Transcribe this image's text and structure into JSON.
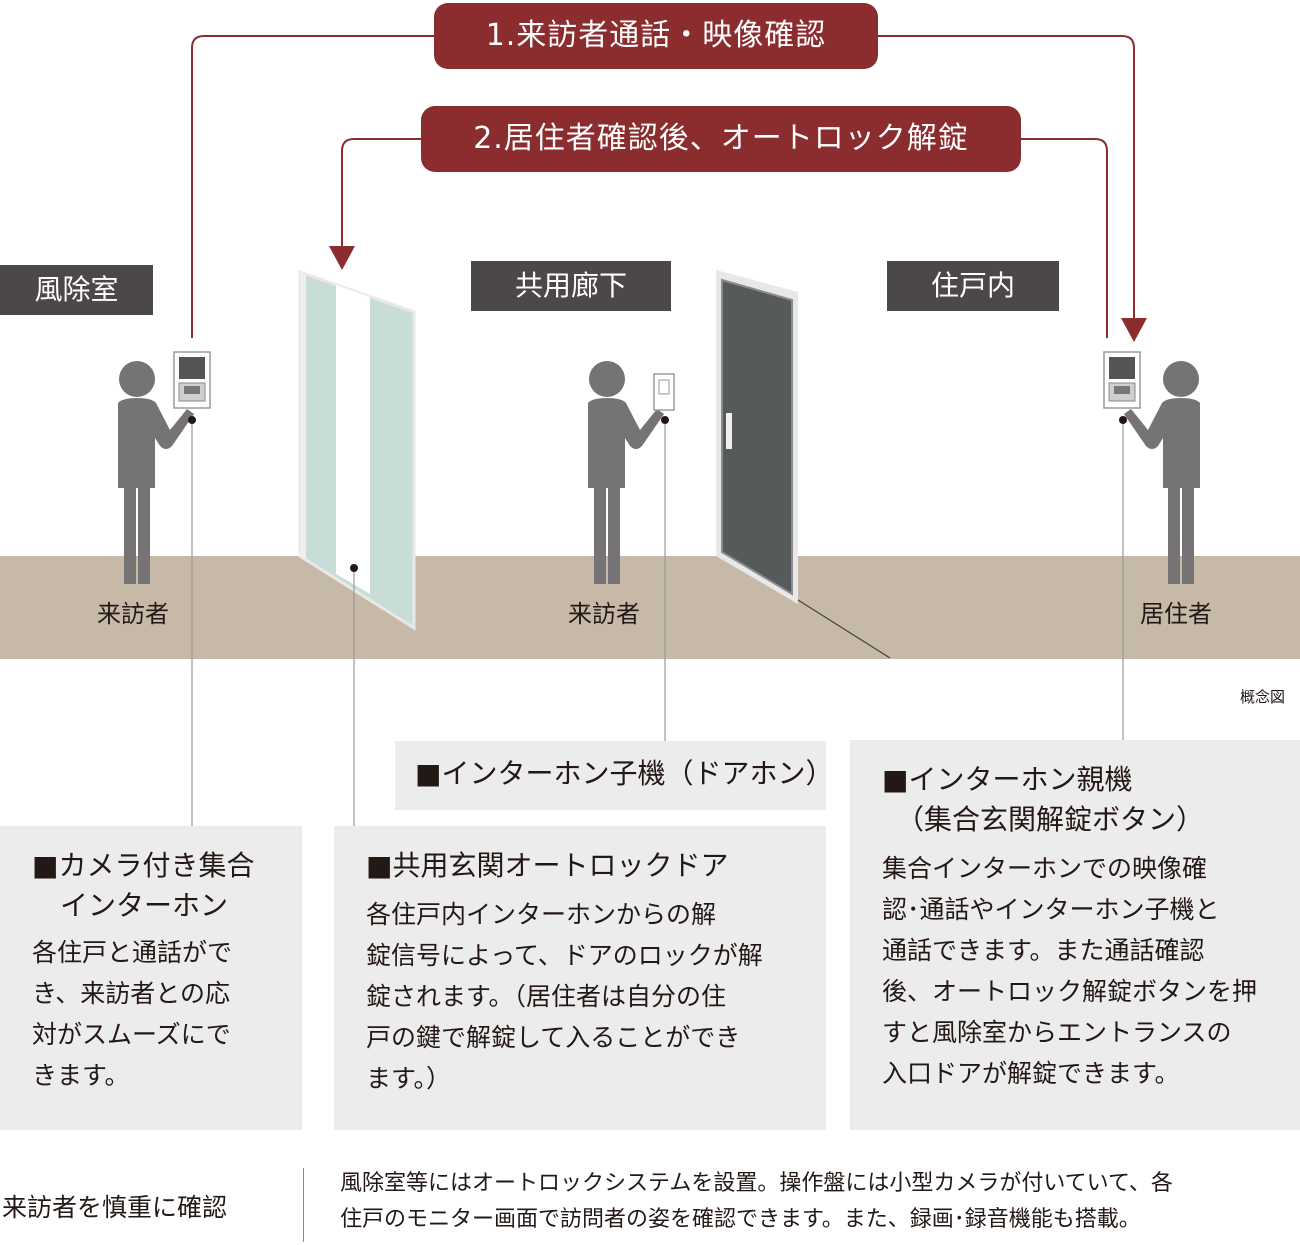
{
  "steps": {
    "step1": "1.来訪者通話・映像確認",
    "step2": "2.居住者確認後、オートロック解錠"
  },
  "rooms": {
    "windbreak": "風除室",
    "corridor": "共用廊下",
    "dwelling": "住戸内"
  },
  "people": {
    "visitor_left": "来訪者",
    "visitor_middle": "来訪者",
    "resident": "居住者"
  },
  "concept_label": "概念図",
  "callouts": {
    "door_phone": {
      "title": "■インターホン子機（ドアホン）"
    },
    "master_unit": {
      "title": "■インターホン親機\n　（集合玄関解錠ボタン）",
      "body": "集合インターホンでの映像確\n認･通話やインターホン子機と\n通話できます。また通話確認\n後、オートロック解錠ボタンを押\nすと風除室からエントランスの\n入口ドアが解錠できます。"
    },
    "camera_intercom": {
      "title": "■カメラ付き集合\n　インターホン",
      "body": "各住戸と通話がで\nき、来訪者との応\n対がスムーズにで\nきます。"
    },
    "autolock_door": {
      "title": "■共用玄関オートロックドア",
      "body": "各住戸内インターホンからの解\n錠信号によって、ドアのロックが解\n錠されます。（居住者は自分の住\n戸の鍵で解錠して入ることができ\nます。）"
    }
  },
  "footer": {
    "title": "来訪者を慎重に確認",
    "text": "風除室等にはオートロックシステムを設置。操作盤には小型カメラが付いていて、各\n住戸のモニター画面で訪問者の姿を確認できます。また、録画･録音機能も搭載。"
  },
  "colors": {
    "accent": "#8b2c2f",
    "label_bg": "#4b474b",
    "floor": "#c6b9a7",
    "person": "#757373",
    "callout_bg": "#ececec"
  }
}
